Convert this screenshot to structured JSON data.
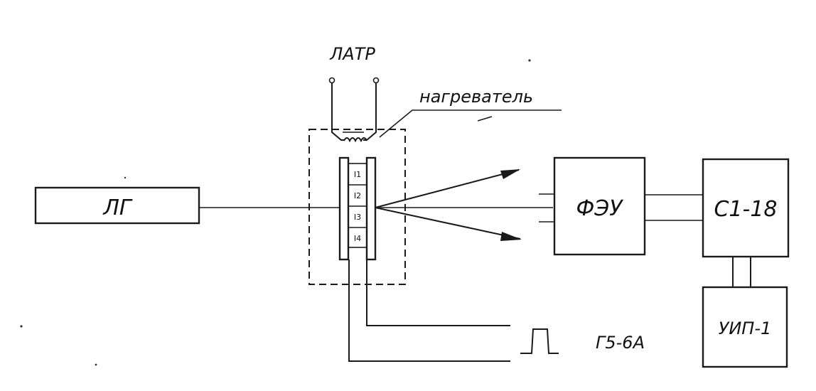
{
  "blocks": {
    "laser": "ЛГ",
    "pmt": "ФЭУ",
    "oscilloscope": "С1-18",
    "power_supply": "УИП-1",
    "generator": "Г5-6А"
  },
  "labels": {
    "autotransformer": "ЛАТР",
    "heater": "нагреватель",
    "sample_marks": [
      "I1",
      "I2",
      "I3",
      "I4"
    ]
  },
  "colors": {
    "ink": "#1a1a1a",
    "paper": "#ffffff"
  }
}
